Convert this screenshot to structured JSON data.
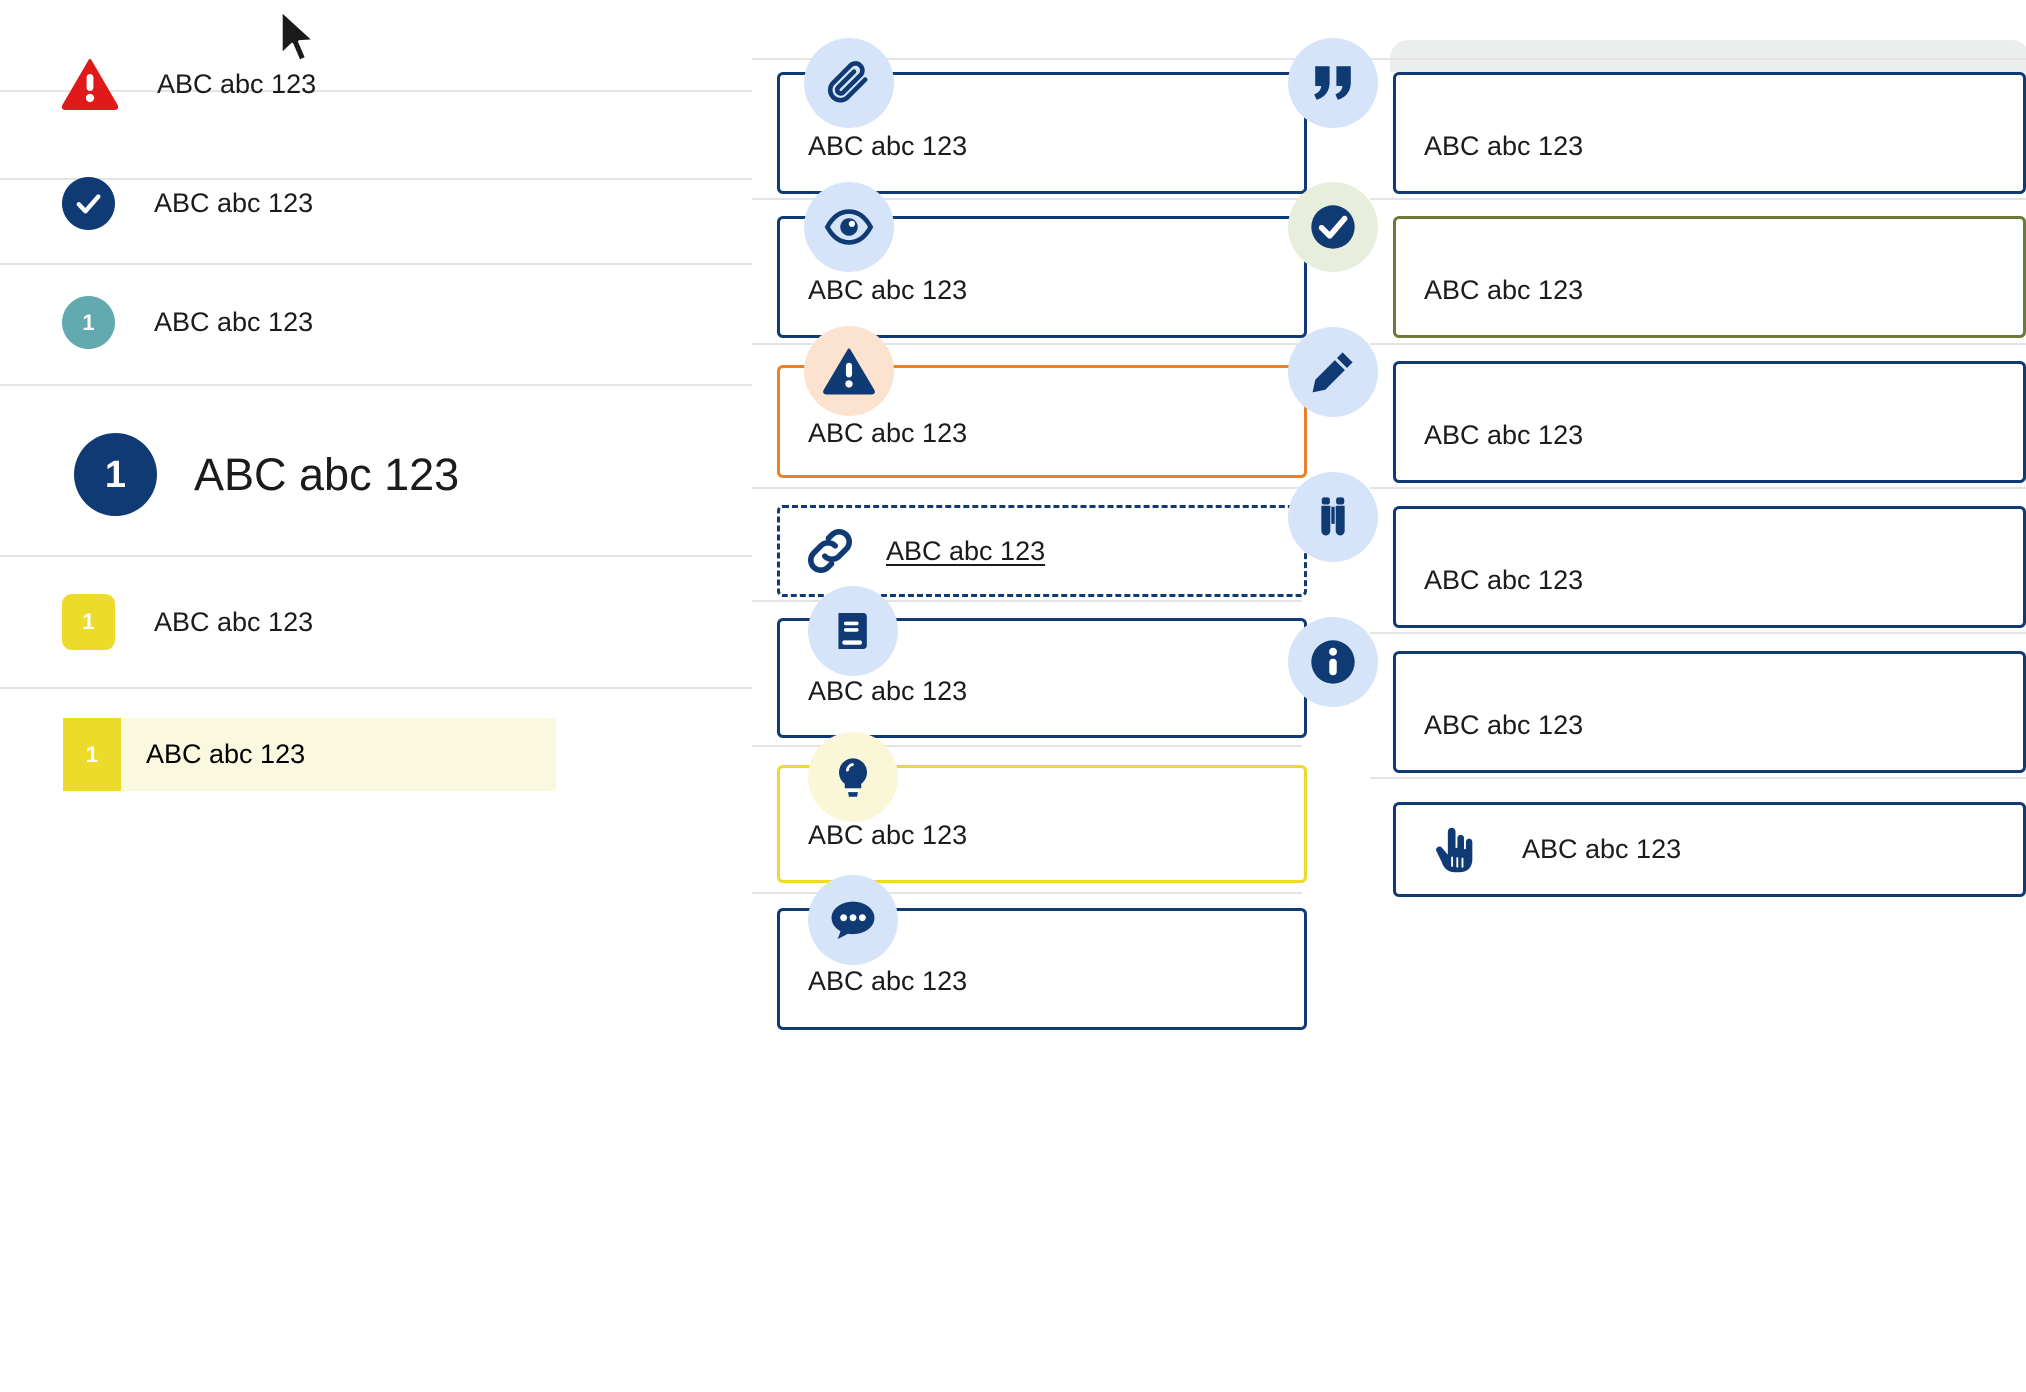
{
  "label": "ABC abc 123",
  "colors": {
    "navy": "#0f3a73",
    "red": "#e01a1a",
    "teal": "#62aab0",
    "yellow": "#ecdb2b",
    "orange": "#e8822a",
    "olive": "#6b7a36",
    "badge_blue": "#d6e4fa",
    "badge_peach": "#fce3cf",
    "badge_green": "#e7eedc",
    "badge_cream": "#faf6d8",
    "highlight_bg": "#fbf8e0",
    "divider": "#e4e4e4",
    "grey_panel": "#eceded"
  },
  "left_panel": {
    "rows": [
      {
        "icon": "warning-triangle-icon",
        "badge_style": "triangle-red",
        "number": "",
        "label": "ABC abc 123",
        "size": "small"
      },
      {
        "icon": "check-circle-icon",
        "badge_style": "circle-navy",
        "number": "",
        "label": "ABC abc 123",
        "size": "small"
      },
      {
        "icon": "number-badge-icon",
        "badge_style": "circle-teal",
        "number": "1",
        "label": "ABC abc 123",
        "size": "small"
      },
      {
        "icon": "number-badge-icon",
        "badge_style": "circle-navy",
        "number": "1",
        "label": "ABC abc 123",
        "size": "large"
      },
      {
        "icon": "number-badge-icon",
        "badge_style": "square-yellow",
        "number": "1",
        "label": "ABC abc 123",
        "size": "small"
      }
    ],
    "highlighted_row": {
      "icon": "number-badge-icon",
      "number": "1",
      "label": "ABC abc 123",
      "state": "selected"
    }
  },
  "middle_column": {
    "cards": [
      {
        "icon": "paperclip-icon",
        "badge": "blue",
        "border": "navy",
        "label": "ABC abc 123",
        "layout": "body"
      },
      {
        "icon": "eye-icon",
        "badge": "blue",
        "border": "navy",
        "label": "ABC abc 123",
        "layout": "body"
      },
      {
        "icon": "warning-triangle-icon",
        "badge": "peach",
        "border": "orange",
        "label": "ABC abc 123",
        "layout": "body"
      },
      {
        "icon": "link-icon",
        "badge": "none",
        "border": "navy-dashed",
        "label": "ABC abc 123",
        "layout": "inline-link"
      },
      {
        "icon": "book-icon",
        "badge": "blue",
        "border": "navy",
        "label": "ABC abc 123",
        "layout": "body"
      },
      {
        "icon": "lightbulb-icon",
        "badge": "cream",
        "border": "yellow",
        "label": "ABC abc 123",
        "layout": "body"
      },
      {
        "icon": "chat-bubble-icon",
        "badge": "blue",
        "border": "navy",
        "label": "ABC abc 123",
        "layout": "body"
      }
    ]
  },
  "right_column": {
    "cards": [
      {
        "icon": "quote-icon",
        "badge": "blue",
        "border": "navy",
        "label": "ABC abc 123",
        "layout": "body"
      },
      {
        "icon": "check-circle-icon",
        "badge": "green",
        "border": "olive",
        "label": "ABC abc 123",
        "layout": "body"
      },
      {
        "icon": "pencil-icon",
        "badge": "blue",
        "border": "navy",
        "label": "ABC abc 123",
        "layout": "body"
      },
      {
        "icon": "binoculars-icon",
        "badge": "blue",
        "border": "navy",
        "label": "ABC abc 123",
        "layout": "body"
      },
      {
        "icon": "info-circle-icon",
        "badge": "blue",
        "border": "navy",
        "label": "ABC abc 123",
        "layout": "body"
      },
      {
        "icon": "hand-pointer-icon",
        "badge": "none",
        "border": "navy",
        "label": "ABC abc 123",
        "layout": "inline"
      }
    ]
  },
  "cursor": {
    "icon": "mouse-pointer-icon"
  }
}
